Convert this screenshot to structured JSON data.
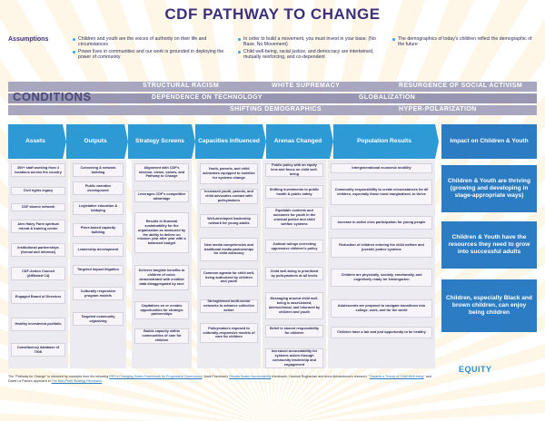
{
  "title": "CDF PATHWAY TO CHANGE",
  "assumptions": {
    "label": "Assumptions",
    "col1": [
      "Children and youth are the voices of authority on their life and circumstances",
      "Power lives in communities and our work is grounded in deploying the power of community"
    ],
    "col2": [
      "In order to build a movement, you must invest in your base. (No Base, No Movement)",
      "Child well-being, racial justice, and democracy are intertwined, mutually reinforcing, and co-dependent"
    ],
    "col3": [
      "The demographics of today's children reflect the demographic of the future"
    ]
  },
  "conditions": {
    "label": "CONDITIONS",
    "row1": [
      "STRUCTURAL RACISM",
      "WHITE SUPREMACY",
      "RESURGENCE OF SOCIAL ACTIVISM"
    ],
    "row2": [
      "DEPENDENCE ON TECHNOLOGY",
      "GLOBALIZATION"
    ],
    "row3": [
      "SHIFTING DEMOGRAPHICS",
      "HYPER-POLARIZATION"
    ]
  },
  "headers": [
    "Assets",
    "Outputs",
    "Strategy Screens",
    "Capacities Influenced",
    "Arenas Changed",
    "Population Results",
    "Impact on Children & Youth"
  ],
  "assets": [
    "300+ staff working from 4 locations across the country",
    "Civil rights legacy",
    "CDF alumni network",
    "Alex Haley Farm spiritual retreat & training center",
    "Institutional partnerships (formal and informal)",
    "CDF-Action Council (Affiliated C4)",
    "Engaged Board of Directors",
    "Healthy investment portfolio",
    "Constituency database of 750K"
  ],
  "outputs": [
    "Convening & network building",
    "Public narrative development",
    "Legislative education & lobbying",
    "Place-based capacity building",
    "Leadership development",
    "Targeted impact litigation",
    "Culturally responsive program models",
    "Targeted community organizing"
  ],
  "strategy": [
    "Alignment with CDF's mission, vision, values, and Pathway to Change",
    "Leverages CDF's competitive advantage",
    "Results in financial sustainability for the organization as measured by the ability to deliver on mission year after year with a balanced budget",
    "Delivers tangible benefits to children of color; demonstrated with credible data disaggregated by race",
    "Capitalizes on or creates opportunities for strategic partnerships",
    "Builds capacity within communities of care for children"
  ],
  "capacities": [
    "Youth, parents, and child advocates equipped to mobilize for systems change",
    "Increased youth, parents, and child advocates contact with policymakers",
    "Well-developed leadership network for young adults",
    "New media competencies and traditional media partnerships for child advocacy",
    "Common agenda for child well-being authorized by children and youth",
    "Strengthened multi-sector networks to advance collective action",
    "Policymakers exposed to culturally-responsive models of care for children"
  ],
  "arenas": [
    "Public policy with an equity lens and focus on child well-being",
    "Shifting investments to public health & public safety",
    "Equitable contexts and outcomes for youth in the criminal justice and child welfare systems",
    "Judicial rulings correcting oppressive children's policy",
    "Child well-being is prioritized by policymakers at all levels",
    "Messaging around child well-being is asset-based, intersectional, and informed by children and youth",
    "Belief in shared responsibility for children",
    "Increased accountability for systems actors through community leadership and engagement"
  ],
  "population": [
    "Intergenerational economic mobility",
    "Community responsibility to create circumstances for all children, especially those most marginalized, to thrive",
    "Increase in active civic participation for young people",
    "Reduction of children entering the child welfare and juvenile justice systems",
    "Children are physically, socially, emotionally, and cognitively ready for kindergarten",
    "Adolescents are prepared to navigate transitions into college, work, and for the world",
    "Children have a fair and just opportunity to be healthy"
  ],
  "impact": [
    "Children & Youth are thriving (growing and developing in stage-appropriate ways)",
    "Children & Youth have the resources they need to grow into successful adults",
    "Children, especially Black and brown children, can enjoy being children"
  ],
  "equity": "EQUITY",
  "footnote": {
    "t1": "The \"Pathway for Change\" is informed by concepts from the following",
    "l1": "ERC's Changing States Framework for Progressive Governance",
    "t2": ", Mark Friedman's",
    "l2": "Results Based Accountability",
    "t3": "framework, Hannah Roghanian and Anna Alexandrova's research, \"",
    "l3": "Towards a Theory of Child Well-being",
    "t4": "\" and David La Piana's approach in",
    "l4": "The Non-Profit Strategy Revolution",
    "t5": "."
  },
  "colors": {
    "title": "#3d2f7a",
    "band": "#a9a7bf",
    "header": "#2d9ad6",
    "impact": "#2b7cc2",
    "accent": "#f5c24a"
  }
}
